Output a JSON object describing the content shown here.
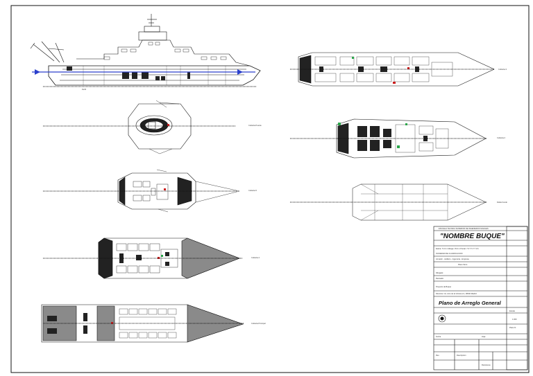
{
  "title_block": {
    "header_line": "ESCUELA TECNICA SUPERIOR DE INGENIEROS NAVALES",
    "vessel_name": "\"NOMBRE BUQUE\"",
    "dims_line": "Eslora: 71.0 m   Manga: 15.0 m   Puntal: 7.6   T: 5.7  T 3.6",
    "sociedad_line": "SOCIEDAD DE CLASIFICACION",
    "owner_line": "Armador - Astillero - Ingenieria - Empresa",
    "owner_sub": "Plano Sinto",
    "dibujado": "Dibujado:",
    "revisado": "Revisado:",
    "proyecto": "Proyecto de Buque",
    "direccion": "Direccion: Av. Arco de la Victoria s/n, 28040 Madrid",
    "plan_title": "Plano de Arreglo General",
    "escala_label": "Escala",
    "escala_value": "1:300",
    "plano_no_label": "Plano N.",
    "fecha_label": "Fecha",
    "hoja_label": "Hoja",
    "rev_header": "Rev.",
    "descripcion_header": "Descripcion",
    "revisiones_label": "Revisiones"
  },
  "labels": {
    "side_profile": "Perfil",
    "upper_deck": "Cubierta 3",
    "main_deck": "Cubierta 2",
    "tank_top": "Doble Fondo",
    "bridge_deck": "Cubierta Puente",
    "deck_5": "Cubierta 5",
    "deck_4": "Cubierta 4",
    "deck_1": "Cubierta Principal"
  },
  "colors": {
    "line": "#111111",
    "waterline": "#2a3fcc",
    "red_marker": "#cc1e1e",
    "green_marker": "#2aa64a",
    "grey_deck": "#8a8a8a"
  }
}
